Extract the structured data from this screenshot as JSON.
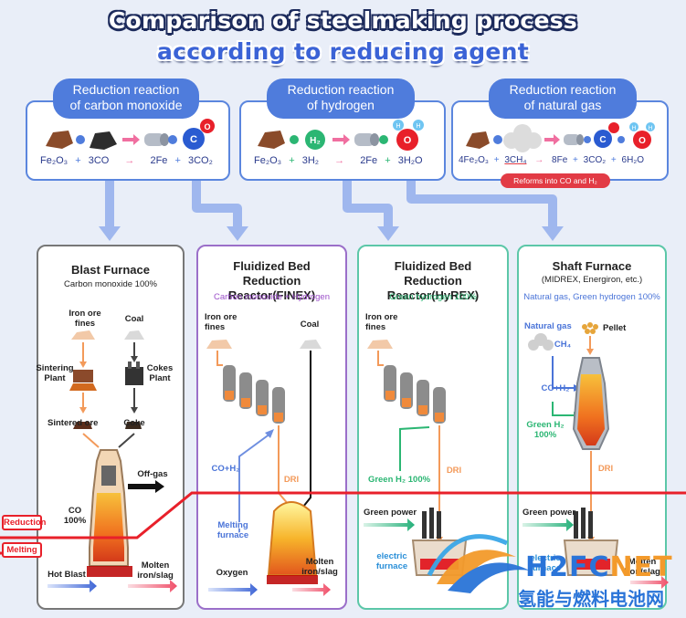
{
  "title": {
    "line1": "Comparison of steelmaking process",
    "line2": "according to reducing agent"
  },
  "reactions": [
    {
      "header": [
        "Reduction reaction",
        "of carbon monoxide"
      ],
      "equation": [
        "Fe₂O₃",
        "+",
        "3CO",
        "→",
        "2Fe",
        "+",
        "3CO₂"
      ],
      "ico_molecule": "C",
      "ico_atom": "O"
    },
    {
      "header": [
        "Reduction reaction",
        "of hydrogen"
      ],
      "equation": [
        "Fe₂O₃",
        "+",
        "3H₂",
        "→",
        "2Fe",
        "+",
        "3H₂O"
      ],
      "ico_h2": "H₂",
      "ico_molecule": "O",
      "ico_atom": "H"
    },
    {
      "header": [
        "Reduction reaction",
        "of natural gas"
      ],
      "equation": [
        "4Fe₂O₃",
        "+",
        "3CH₄",
        "→",
        "8Fe",
        "+",
        "3CO₂",
        "+",
        "6H₂O"
      ],
      "ico_c": "C",
      "ico_o": "O",
      "ico_h": "H",
      "note": "Reforms into CO and H₂"
    }
  ],
  "panels": {
    "blast": {
      "title": "Blast Furnace",
      "subtitle": "Carbon monoxide 100%",
      "iron_ore_fines": [
        "Iron ore",
        "fines"
      ],
      "coal": "Coal",
      "sintering": [
        "Sintering",
        "Plant"
      ],
      "cokes": [
        "Cokes",
        "Plant"
      ],
      "sintered_ore": "Sintered ore",
      "coke": "Coke",
      "offgas": "Off-gas",
      "co": [
        "CO",
        "100%"
      ],
      "reduction": "Reduction",
      "melting": "Melting",
      "hot_blast": "Hot Blast",
      "molten": [
        "Molten",
        "iron/slag"
      ]
    },
    "finex": {
      "title": [
        "Fluidized Bed",
        "Reduction Reactor(FINEX)"
      ],
      "subtitle": "Carbon monoxide + Hydrogen",
      "iron_ore_fines": [
        "Iron ore",
        "fines"
      ],
      "coal": "Coal",
      "coh": "CO+H₂",
      "dri": "DRI",
      "melting_furnace": [
        "Melting",
        "furnace"
      ],
      "oxygen": "Oxygen",
      "molten": [
        "Molten",
        "iron/slag"
      ]
    },
    "hyrex": {
      "title": [
        "Fluidized Bed",
        "Reduction Reactor(HyREX)"
      ],
      "subtitle": "Green hydrogen 100%",
      "iron_ore_fines": [
        "Iron ore",
        "fines"
      ],
      "green_h2": "Green H₂ 100%",
      "dri": "DRI",
      "green_power": "Green power",
      "electric_furnace": [
        "electric",
        "furnace"
      ]
    },
    "shaft": {
      "title": "Shaft Furnace",
      "subtitle2": "(MIDREX, Energiron, etc.)",
      "subtitle": "Natural gas, Green hydrogen 100%",
      "natural_gas": "Natural gas",
      "pellet": "Pellet",
      "ch4": "CH₄",
      "coh": "CO+H₂",
      "green_h2": [
        "Green H₂",
        "100%"
      ],
      "dri": "DRI",
      "green_power": "Green power",
      "electric_furnace": [
        "electric",
        "furnace"
      ],
      "molten": [
        "Molten",
        "iron/slag"
      ]
    }
  },
  "watermark": {
    "brand": "H2FC",
    "brand2": "NET",
    "cn": "氢能与燃料电池网"
  },
  "colors": {
    "blue": "#4f7cdc",
    "red": "#e8202a",
    "green": "#2bb673",
    "orange": "#f39a5a",
    "navy": "#1d2b5c"
  }
}
